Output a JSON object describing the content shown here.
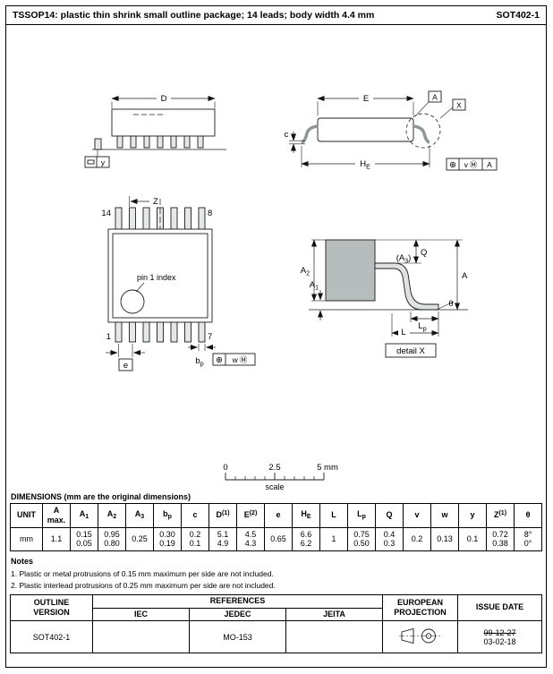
{
  "header": {
    "title": "TSSOP14: plastic thin shrink small outline package; 14 leads; body width 4.4 mm",
    "code": "SOT402-1"
  },
  "drawing": {
    "side_view": {
      "dim_d": "D",
      "flatness_value": "y"
    },
    "end_view": {
      "dim_e": "E",
      "datum_a": "A",
      "detail_ref": "X",
      "dim_c": "c",
      "dim_he_base": "H",
      "dim_he_sub": "E",
      "tol_symbol": "⊕",
      "tol_value": "v",
      "tol_modifier": "Ⓜ",
      "tol_datum": "A"
    },
    "top_view": {
      "dim_z": "Z",
      "pin_14": "14",
      "pin_8": "8",
      "pin_1": "1",
      "pin_7": "7",
      "pin1_index_label": "pin 1 index",
      "dim_e_pitch": "e",
      "dim_bp_base": "b",
      "dim_bp_sub": "p",
      "tol_symbol": "⊕",
      "tol_value": "w",
      "tol_modifier": "Ⓜ"
    },
    "detail_view": {
      "dim_a2_base": "A",
      "dim_a2_sub": "2",
      "dim_a1_base": "A",
      "dim_a1_sub": "1",
      "dim_a3_open": "(A",
      "dim_a3_sub": "3",
      "dim_a3_close": ")",
      "dim_q": "Q",
      "dim_a": "A",
      "dim_theta": "θ",
      "dim_lp_base": "L",
      "dim_lp_sub": "p",
      "dim_l": "L",
      "label": "detail X"
    },
    "scale_bar": {
      "tick0": "0",
      "tick1": "2.5",
      "tick2": "5 mm",
      "label": "scale"
    }
  },
  "dimensions_table": {
    "title": "DIMENSIONS (mm are the original dimensions)",
    "columns": [
      {
        "b": "UNIT"
      },
      {
        "b": "A",
        "below": "max."
      },
      {
        "b": "A",
        "sub": "1"
      },
      {
        "b": "A",
        "sub": "2"
      },
      {
        "b": "A",
        "sub": "3"
      },
      {
        "b": "b",
        "sub": "p"
      },
      {
        "b": "c"
      },
      {
        "b": "D",
        "sup": "(1)"
      },
      {
        "b": "E",
        "sup": "(2)"
      },
      {
        "b": "e"
      },
      {
        "b": "H",
        "sub": "E"
      },
      {
        "b": "L"
      },
      {
        "b": "L",
        "sub": "p"
      },
      {
        "b": "Q"
      },
      {
        "b": "v"
      },
      {
        "b": "w"
      },
      {
        "b": "y"
      },
      {
        "b": "Z",
        "sup": "(1)"
      },
      {
        "b": "θ"
      }
    ],
    "rows": [
      [
        "mm",
        "1.1",
        "0.15\n0.05",
        "0.95\n0.80",
        "0.25",
        "0.30\n0.19",
        "0.2\n0.1",
        "5.1\n4.9",
        "4.5\n4.3",
        "0.65",
        "6.6\n6.2",
        "1",
        "0.75\n0.50",
        "0.4\n0.3",
        "0.2",
        "0.13",
        "0.1",
        "0.72\n0.38",
        "8°\n0°"
      ]
    ]
  },
  "notes": {
    "title": "Notes",
    "items": [
      "1. Plastic or metal protrusions of 0.15 mm maximum per side are not included.",
      "2. Plastic interlead protrusions of 0.25 mm maximum per side are not included."
    ]
  },
  "footer_table": {
    "outline_version_label": "OUTLINE\nVERSION",
    "references_label": "REFERENCES",
    "ref_columns": [
      "IEC",
      "JEDEC",
      "JEITA"
    ],
    "projection_label": "EUROPEAN\nPROJECTION",
    "issue_date_label": "ISSUE DATE",
    "outline_version": "SOT402-1",
    "iec": "",
    "jedec": "MO-153",
    "jeita": "",
    "issue_date_old": "99-12-27",
    "issue_date_new": "03-02-18"
  }
}
